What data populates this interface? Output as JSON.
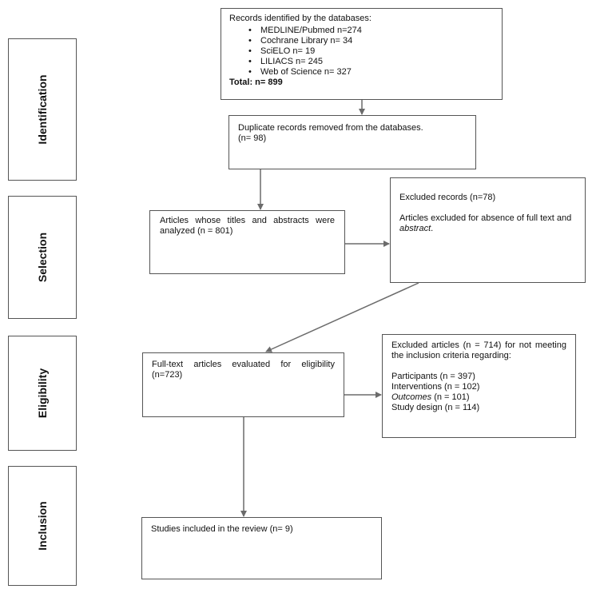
{
  "stages": [
    {
      "label": "Identification"
    },
    {
      "label": "Selection"
    },
    {
      "label": "Eligibility"
    },
    {
      "label": "Inclusion"
    }
  ],
  "records": {
    "heading": "Records identified by the databases:",
    "databases": [
      "MEDLINE/Pubmed n=274",
      "Cochrane Library n= 34",
      "SciELO n= 19",
      "LILIACS n= 245",
      "Web of Science n= 327"
    ],
    "total": "Total: n= 899"
  },
  "duplicates": {
    "line1": "Duplicate records removed from the databases.",
    "line2": "(n= 98)"
  },
  "screened": {
    "text": "Articles whose titles and abstracts were analyzed (n = 801)"
  },
  "excluded_records": {
    "line1": "Excluded records (n=78)",
    "line2_prefix": "Articles excluded for absence of full text and ",
    "line2_italic": "abstract",
    "line2_suffix": "."
  },
  "full_text": {
    "text": "Full-text articles evaluated for eligibility (n=723)"
  },
  "excluded_articles": {
    "intro": "Excluded articles (n = 714) for not meeting the inclusion criteria regarding:",
    "participants": "Participants (n = 397)",
    "interventions": "Interventions (n = 102)",
    "outcomes_italic": "Outcomes",
    "outcomes_value": " (n = 101)",
    "study_design": "Study design (n = 114)"
  },
  "included": {
    "text": "Studies included in the review (n= 9)"
  },
  "colors": {
    "border": "#555555",
    "arrow": "#6b6b6b",
    "text": "#111111"
  }
}
